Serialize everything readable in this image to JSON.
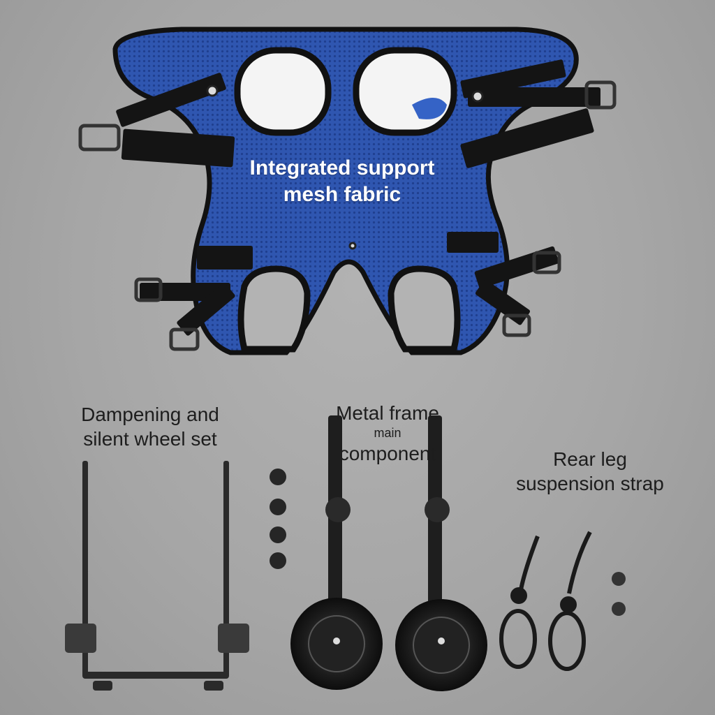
{
  "harness": {
    "label_line1": "Integrated support",
    "label_line2": "mesh fabric"
  },
  "wheel_set": {
    "label_line1": "Dampening and",
    "label_line2": "silent wheel set"
  },
  "frame": {
    "label_line1": "Metal frame",
    "label_line2": "main",
    "label_line3": "component"
  },
  "strap": {
    "label_line1": "Rear leg",
    "label_line2": "suspension strap"
  },
  "colors": {
    "background": "#a9a9a9",
    "mesh_blue": "#2f56b0",
    "strap_black": "#141414",
    "metal": "#2a2a2a"
  }
}
